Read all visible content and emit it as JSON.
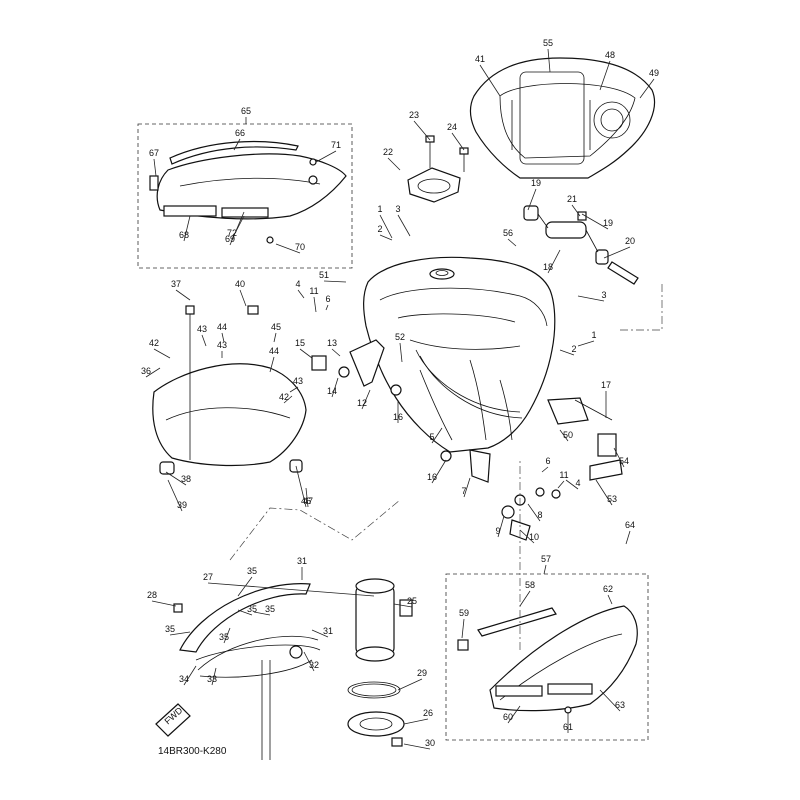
{
  "diagram": {
    "code": "14BR300-K280",
    "fwd_label": "FWD",
    "callouts": [
      "1",
      "1",
      "2",
      "2",
      "3",
      "3",
      "4",
      "4",
      "5",
      "6",
      "6",
      "7",
      "8",
      "9",
      "10",
      "11",
      "11",
      "12",
      "13",
      "14",
      "15",
      "16",
      "16",
      "17",
      "18",
      "19",
      "19",
      "20",
      "21",
      "22",
      "23",
      "24",
      "25",
      "26",
      "27",
      "28",
      "29",
      "30",
      "31",
      "31",
      "32",
      "33",
      "34",
      "35",
      "35",
      "35",
      "35",
      "35",
      "36",
      "37",
      "38",
      "39",
      "40",
      "41",
      "42",
      "42",
      "43",
      "43",
      "43",
      "44",
      "44",
      "45",
      "46",
      "47",
      "48",
      "49",
      "50",
      "51",
      "52",
      "53",
      "54",
      "55",
      "56",
      "57",
      "58",
      "59",
      "60",
      "61",
      "62",
      "63",
      "64",
      "65",
      "66",
      "67",
      "68",
      "69",
      "70",
      "71",
      "72"
    ]
  }
}
